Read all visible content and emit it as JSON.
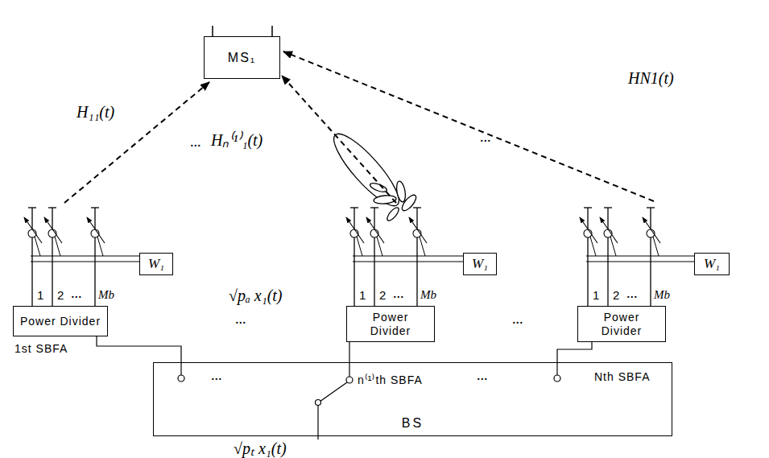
{
  "diagram": {
    "nodes": [
      {
        "text": [
          "MS₁"
        ]
      },
      {
        "text": [
          "Power Divider"
        ]
      },
      {
        "text": [
          "W₁"
        ]
      },
      {
        "text": [
          "Power Divider"
        ]
      },
      {
        "text": [
          "W₁"
        ]
      },
      {
        "text": [
          "Power Divider"
        ]
      },
      {
        "text": [
          "W₁"
        ]
      },
      {
        "text": [
          "BS"
        ]
      }
    ],
    "edges": [
      {
        "from": 7,
        "to": 1,
        "arrow": "none"
      },
      {
        "from": 7,
        "to": 3,
        "arrow": "none"
      },
      {
        "from": 7,
        "to": 5,
        "arrow": "none"
      }
    ],
    "labels": [
      "H₁₁(t)",
      "...",
      "Hₙ⁽¹⁾₁(t)",
      "...",
      "HN1(t)",
      "1",
      "2",
      "...",
      "Mb",
      "1",
      "2",
      "...",
      "Mb",
      "1",
      "2",
      "...",
      "Mb",
      "√pₐ x₁(t)",
      "...",
      "...",
      "1st SBFA",
      "...",
      "n⁽¹⁾th SBFA",
      "...",
      "Nth SBFA",
      "√pₜ x₁(t)"
    ]
  }
}
